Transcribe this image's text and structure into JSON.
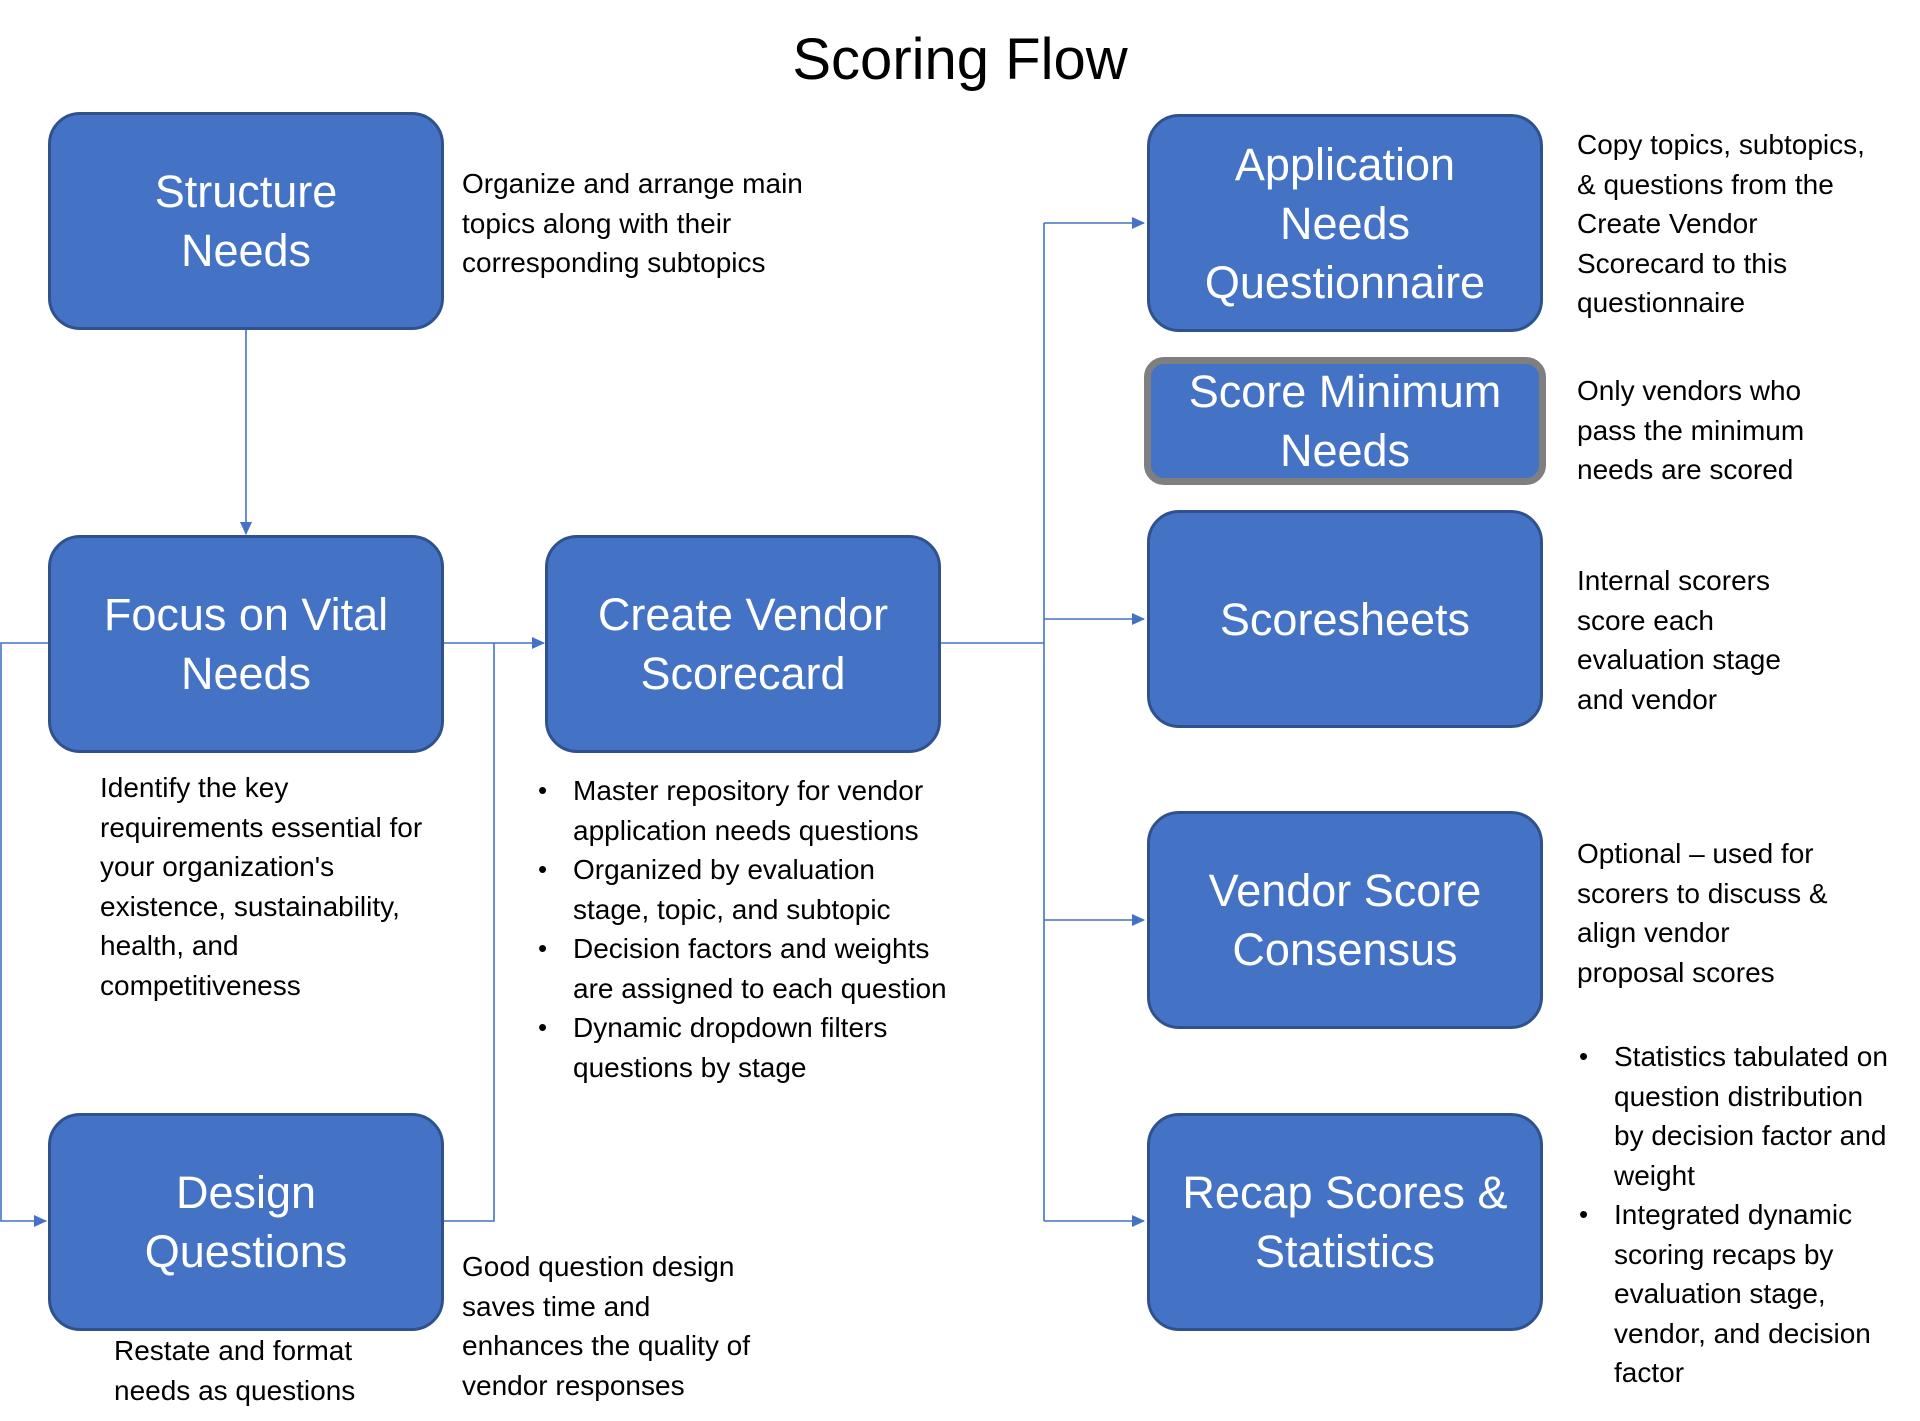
{
  "title": "Scoring Flow",
  "colors": {
    "box_fill": "#4472c4",
    "box_border": "#2f528f",
    "connector": "#4472c4",
    "highlight_border": "#7f7f7f"
  },
  "boxes": {
    "structure_needs": {
      "lines": [
        "Structure",
        "Needs"
      ]
    },
    "focus_vital_needs": {
      "lines": [
        "Focus on Vital",
        "Needs"
      ]
    },
    "design_questions": {
      "lines": [
        "Design",
        "Questions"
      ]
    },
    "create_vendor_scorecard": {
      "lines": [
        "Create Vendor",
        "Scorecard"
      ]
    },
    "application_needs_questionnaire": {
      "lines": [
        "Application",
        "Needs",
        "Questionnaire"
      ]
    },
    "score_minimum_needs": {
      "lines": [
        "Score Minimum",
        "Needs"
      ]
    },
    "scoresheets": {
      "lines": [
        "Scoresheets"
      ]
    },
    "vendor_score_consensus": {
      "lines": [
        "Vendor Score",
        "Consensus"
      ]
    },
    "recap_scores_statistics": {
      "lines": [
        "Recap Scores &",
        "Statistics"
      ]
    }
  },
  "descriptions": {
    "structure_needs": [
      "Organize and arrange main",
      "topics along with their",
      "corresponding subtopics"
    ],
    "focus_vital_needs": [
      "Identify the key",
      "requirements essential for",
      "your organization's",
      "existence, sustainability,",
      "health, and",
      "competitiveness"
    ],
    "design_questions_restate": [
      "Restate and format",
      "needs as questions"
    ],
    "design_questions_quality": [
      "Good question design",
      "saves time and",
      "enhances the quality of",
      "vendor responses"
    ],
    "application_needs_questionnaire": [
      "Copy topics, subtopics,",
      "& questions from the",
      "Create Vendor",
      "Scorecard to this",
      "questionnaire"
    ],
    "score_minimum_needs": [
      "Only vendors who",
      "pass the minimum",
      "needs are scored"
    ],
    "scoresheets": [
      "Internal scorers",
      "score each",
      "evaluation stage",
      "and vendor"
    ],
    "vendor_score_consensus": [
      "Optional – used for",
      "scorers to discuss &",
      "align vendor",
      "proposal scores"
    ]
  },
  "bullets": {
    "create_vendor_scorecard": [
      [
        "Master repository for vendor",
        "application needs questions"
      ],
      [
        "Organized by evaluation",
        "stage, topic, and subtopic"
      ],
      [
        "Decision factors and weights",
        "are assigned to each question"
      ],
      [
        "Dynamic dropdown filters",
        "questions by stage"
      ]
    ],
    "recap_scores_statistics": [
      [
        "Statistics tabulated on",
        "question distribution",
        "by decision factor and",
        "weight"
      ],
      [
        "Integrated dynamic",
        "scoring recaps by",
        "evaluation stage,",
        "vendor, and decision",
        "factor"
      ]
    ]
  }
}
